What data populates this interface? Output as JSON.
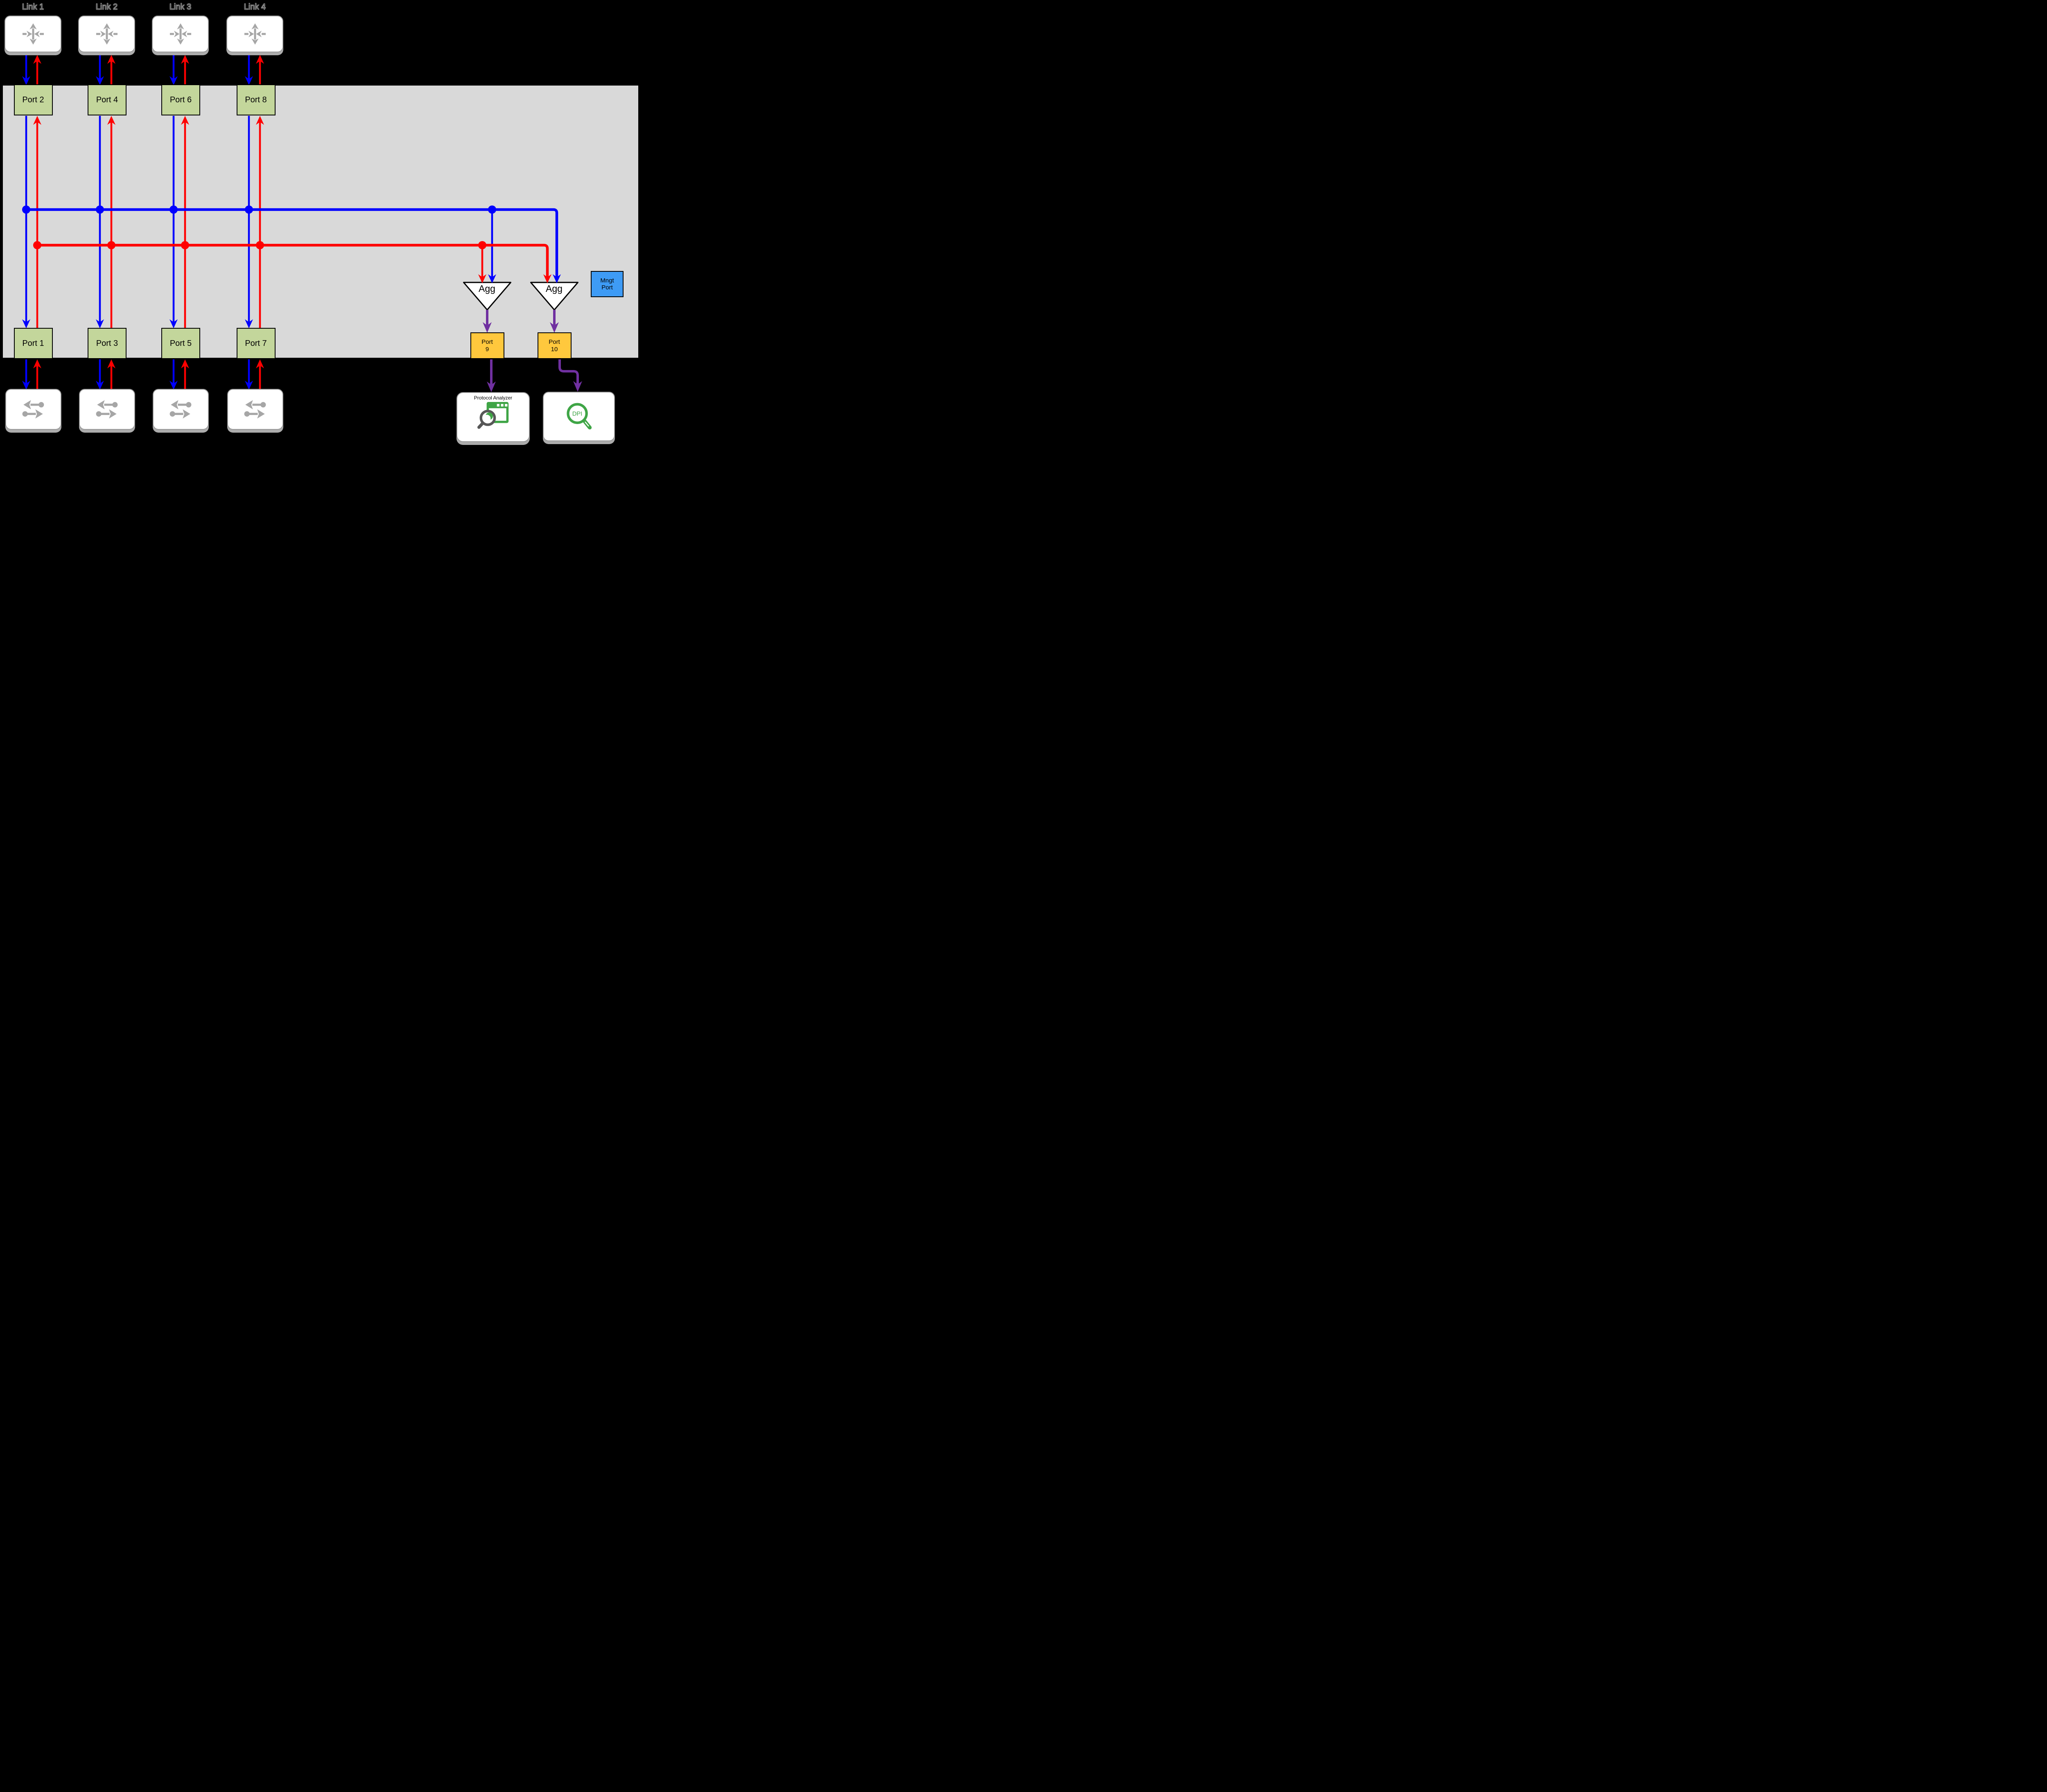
{
  "links": [
    {
      "label": "Link 1"
    },
    {
      "label": "Link 2"
    },
    {
      "label": "Link 3"
    },
    {
      "label": "Link 4"
    }
  ],
  "top_ports": [
    {
      "label": "Port 2"
    },
    {
      "label": "Port 4"
    },
    {
      "label": "Port 6"
    },
    {
      "label": "Port 8"
    }
  ],
  "bottom_ports": [
    {
      "label": "Port 1"
    },
    {
      "label": "Port 3"
    },
    {
      "label": "Port 5"
    },
    {
      "label": "Port 7"
    }
  ],
  "aggregators": [
    {
      "label": "Agg"
    },
    {
      "label": "Agg"
    }
  ],
  "tool_ports": [
    {
      "line1": "Port",
      "line2": "9"
    },
    {
      "line1": "Port",
      "line2": "10"
    }
  ],
  "mngt_port": {
    "line1": "Mngt",
    "line2": "Port"
  },
  "protocol_analyzer": {
    "label": "Protocol Analyzer"
  },
  "dpi": {
    "label": "DPI"
  },
  "colors": {
    "background": "#000000",
    "panel": "#D9D9D9",
    "port_green": "#C3D69B",
    "tool_port_gold": "#FFC83D",
    "mngt_blue": "#3E9BF5",
    "ingress_blue": "#0000FF",
    "egress_red": "#FF0000",
    "tool_purple": "#7030A0",
    "icon_gray": "#A6A6A6",
    "icon_green": "#3FA546",
    "magnifier_gray": "#575757",
    "box_border_gray": "#9A9A9A",
    "shadow_gray": "#ACACAC"
  }
}
